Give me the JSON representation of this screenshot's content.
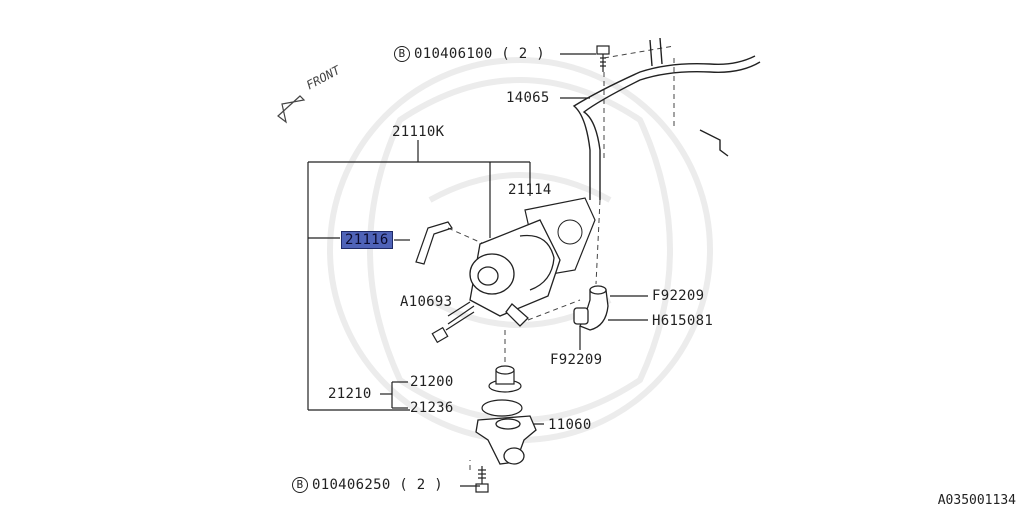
{
  "diagram": {
    "front_label": "FRONT",
    "callouts": [
      {
        "id": "bolt-top",
        "symbol": "B",
        "text": "010406100 ( 2  )"
      },
      {
        "id": "p14065",
        "text": "14065"
      },
      {
        "id": "p21110k",
        "text": "21110K"
      },
      {
        "id": "p21114",
        "text": "21114"
      },
      {
        "id": "p21116",
        "text": "21116",
        "highlighted": true
      },
      {
        "id": "pF92209a",
        "text": "F92209"
      },
      {
        "id": "pH615081",
        "text": "H615081"
      },
      {
        "id": "pA10693",
        "text": "A10693"
      },
      {
        "id": "pF92209b",
        "text": "F92209"
      },
      {
        "id": "p21210",
        "text": "21210"
      },
      {
        "id": "p21200",
        "text": "21200"
      },
      {
        "id": "p21236",
        "text": "21236"
      },
      {
        "id": "p11060",
        "text": "11060"
      },
      {
        "id": "bolt-bottom",
        "symbol": "B",
        "text": "010406250 ( 2  )"
      }
    ],
    "drawing_code": "A035001134",
    "highlight_color": "#4f63b8"
  }
}
